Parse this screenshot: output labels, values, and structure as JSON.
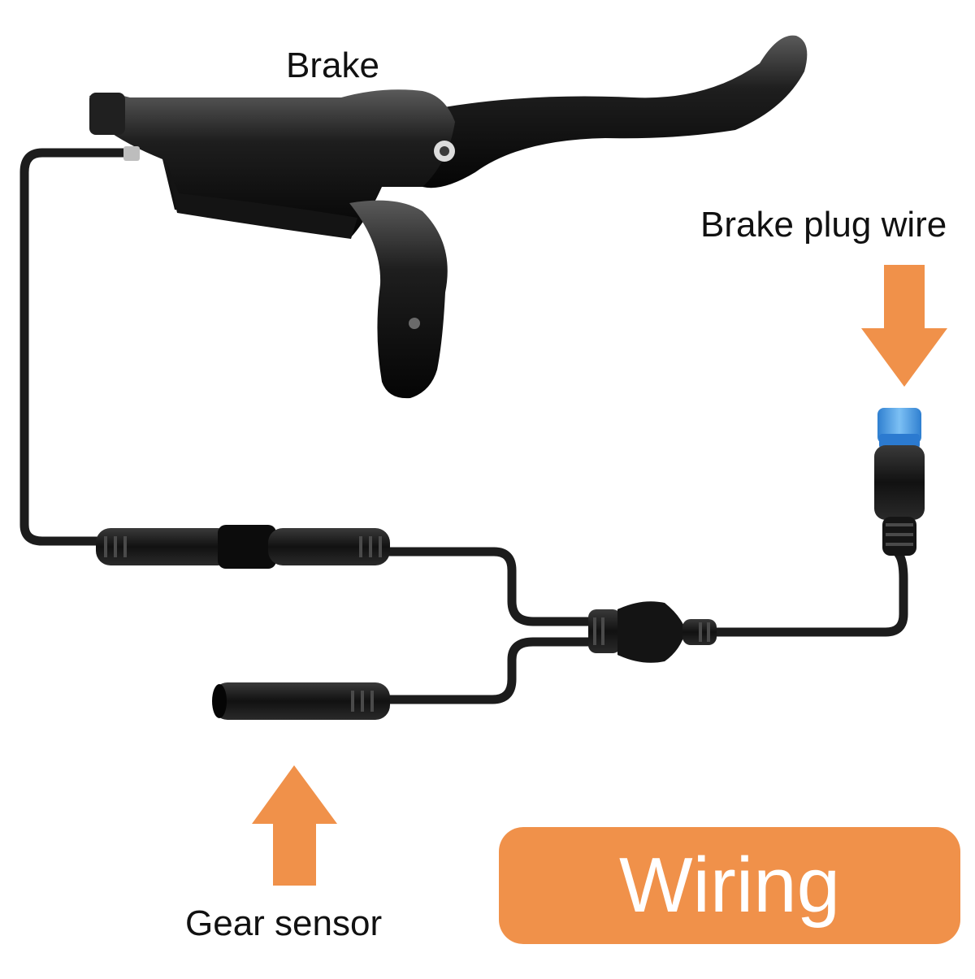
{
  "labels": {
    "brake": "Brake",
    "brake_plug_wire": "Brake plug wire",
    "gear_sensor": "Gear sensor",
    "badge": "Wiring"
  },
  "colors": {
    "accent": "#F0914A",
    "cable": "#1c1c1c",
    "connector_tip": "#4a9be0"
  },
  "icons": {
    "brake_arrow": "arrow-down-icon",
    "gear_arrow": "arrow-up-icon"
  }
}
